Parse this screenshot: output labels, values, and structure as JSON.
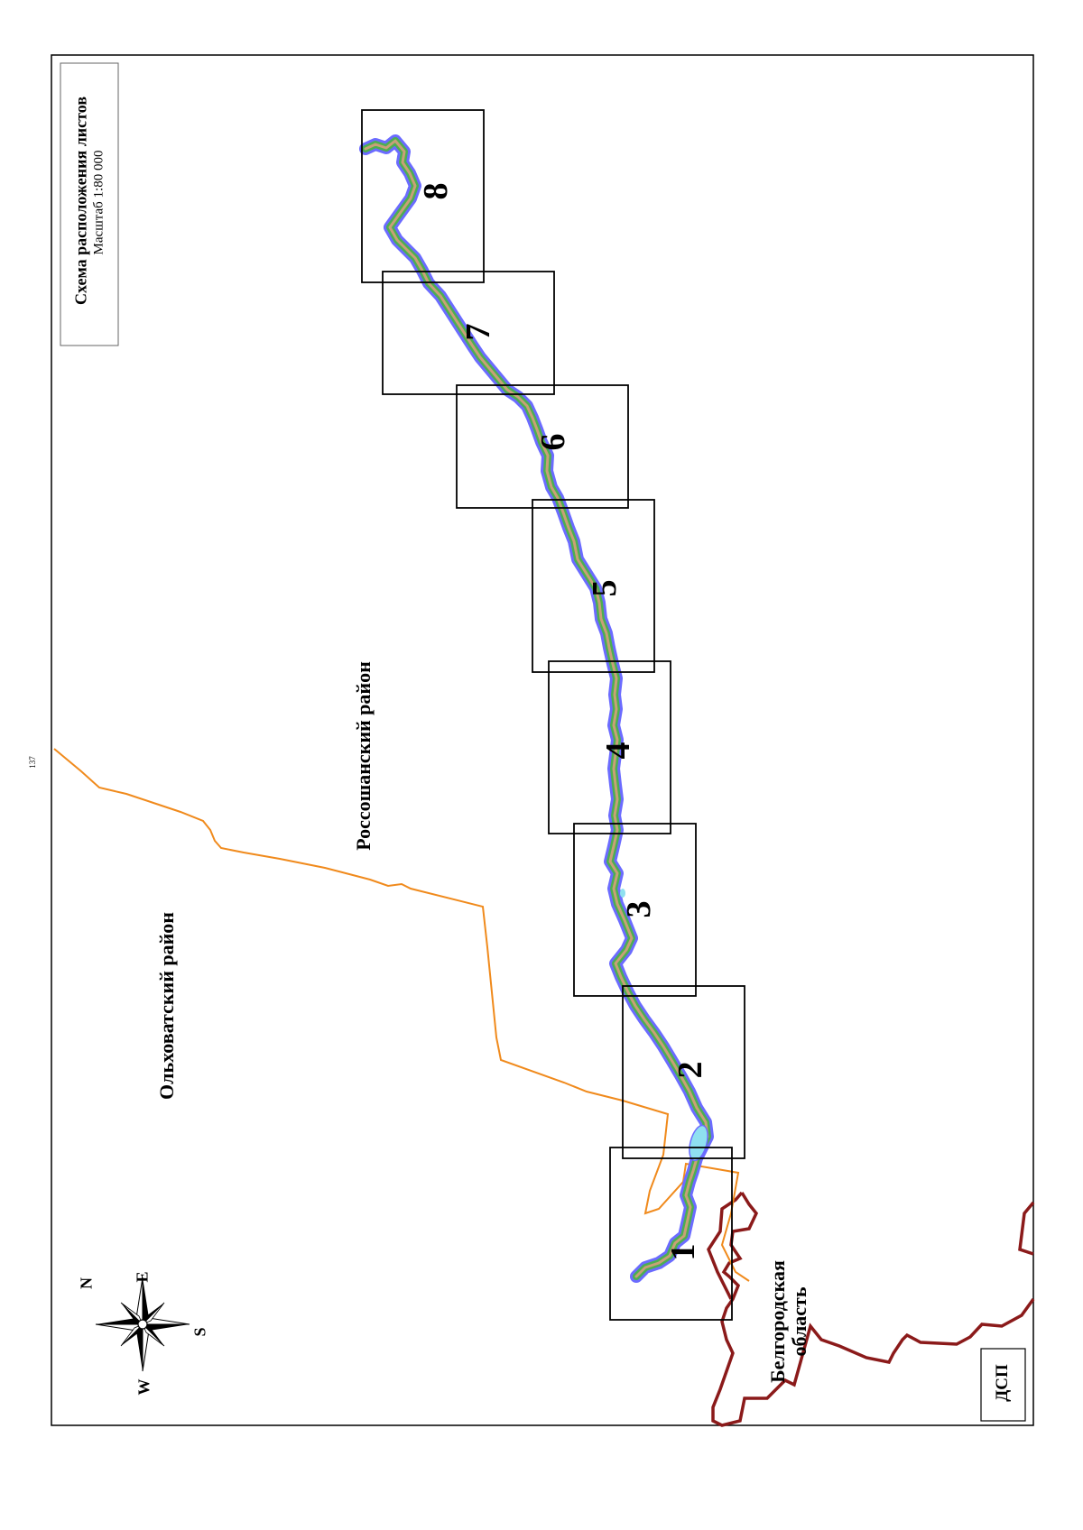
{
  "page": {
    "number": "137"
  },
  "legend": {
    "title": "Схема расположения листов",
    "scale": "Масштаб 1:80 000"
  },
  "districts": {
    "west": "Ольховатский район",
    "east": "Россошанский район"
  },
  "region": {
    "line1": "Белгородская",
    "line2": "область"
  },
  "sheets": [
    "1",
    "2",
    "3",
    "4",
    "5",
    "6",
    "7",
    "8"
  ],
  "compass": {
    "n": "N",
    "e": "E",
    "s": "S",
    "w": "W"
  },
  "stamp": "ДСП",
  "colors": {
    "frame": "#000000",
    "district_border": "#f08a1c",
    "region_border": "#8b1a1a",
    "river_outer": "#6b6bff",
    "river_mid": "#4caf50",
    "river_inner": "#c8a078",
    "reservoir": "#8fe0f0"
  }
}
